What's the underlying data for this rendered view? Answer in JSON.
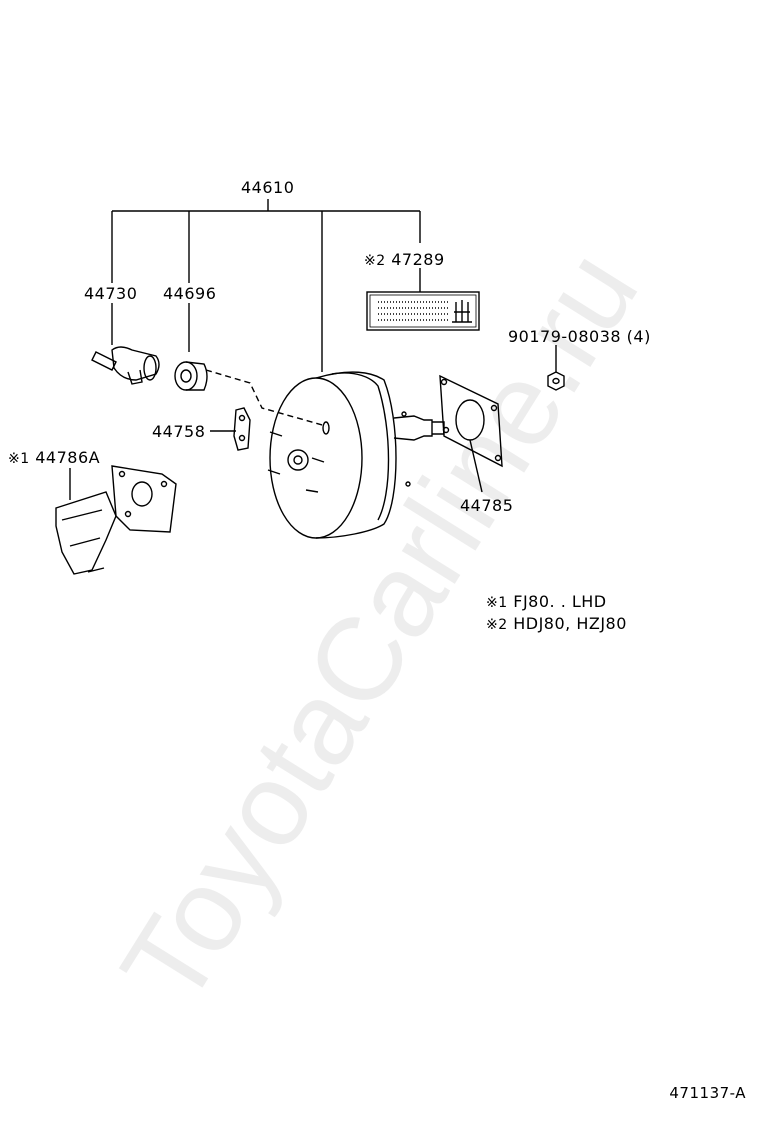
{
  "parts": {
    "main": "44610",
    "check_valve": "44730",
    "grommet": "44696",
    "clamp": "44758",
    "bracket": "44786A",
    "bracket_mark": "※1",
    "caution_plate": "47289",
    "caution_mark": "※2",
    "nut": "90179-08038",
    "nut_qty": "(4)",
    "gasket": "44785"
  },
  "notes": [
    {
      "mark": "※1",
      "text": "FJ80. . LHD"
    },
    {
      "mark": "※2",
      "text": "HDJ80, HZJ80"
    }
  ],
  "watermark": "ToyotaCarline.ru",
  "diagram_id": "471137-A"
}
